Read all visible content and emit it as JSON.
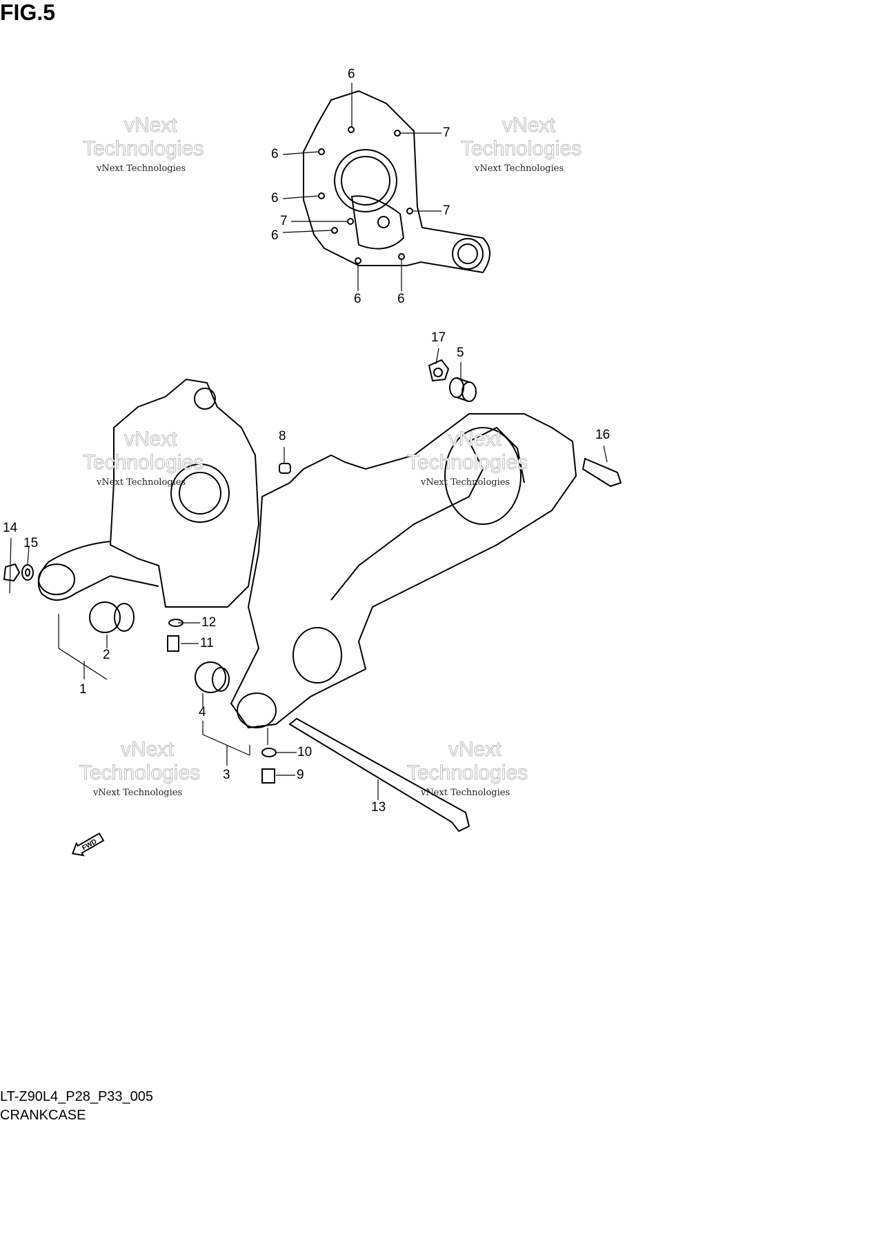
{
  "figure_title": "FIG.5",
  "footer": {
    "code": "LT-Z90L4_P28_P33_005",
    "name": "CRANKCASE"
  },
  "watermark": {
    "line1": "vNext",
    "line2": "Technologies",
    "small": "vNext Technologies"
  },
  "fwd_label": "FWD",
  "callouts": {
    "c6a": "6",
    "c6b": "6",
    "c7a": "7",
    "c6c": "6",
    "c7b": "7",
    "c7c": "7",
    "c6d": "6",
    "c6e": "6",
    "c6f": "6",
    "c17": "17",
    "c5": "5",
    "c16": "16",
    "c8": "8",
    "c14": "14",
    "c15": "15",
    "c12": "12",
    "c11": "11",
    "c2": "2",
    "c1": "1",
    "c4": "4",
    "c10": "10",
    "c3": "3",
    "c9": "9",
    "c13": "13"
  }
}
